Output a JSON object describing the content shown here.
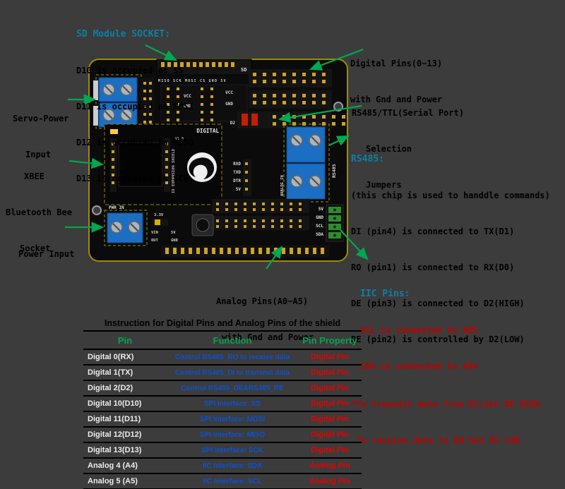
{
  "colors": {
    "background": "#3c3c3c",
    "annotation_heading": "#0c7fa6",
    "annotation_text": "#000000",
    "annotation_warning": "#c00000",
    "arrow_green": "#00a84f",
    "table_header_green": "#00a550",
    "table_function_blue": "#0b52d0",
    "table_property_red": "#e60000",
    "table_pin_white": "#ededed",
    "board_outline_yellow": "#a08c00",
    "terminal_blue": "#1b6ec2"
  },
  "annotations": {
    "sd_module": {
      "title": "SD Module SOCKET:",
      "lines": [
        "D10 is occupied as SS",
        "D11 is occupied as MOSI",
        "D12 is occupied as MISO",
        "D13 is occupied as SCK"
      ]
    },
    "digital_pins": {
      "lines": [
        "Digital Pins(0~13)",
        "with Gnd and Power"
      ]
    },
    "rs485_jumpers": {
      "lines": [
        "RS485/TTL(Serial Port)",
        "Selection",
        "Jumpers"
      ]
    },
    "rs485_info": {
      "title": "RS485:",
      "lines": [
        "(this chip is used to handdle commands)",
        "DI (pin4) is connected to TX(D1)",
        "RO (pin1) is connected to RX(D0)",
        "DE (pin3) is connected to D2(HIGH)",
        "RE (pin2) is controlled by D2(LOW)"
      ],
      "warnings": [
        "*To transmit data from D1:Set DE HIGH",
        "To receive data to D0:Set D2 LOW"
      ]
    },
    "iic_pins": {
      "title": "IIC Pins:",
      "lines": [
        "SCL is connected to AD5",
        "SDA is connected to AD4"
      ]
    },
    "servo_power": {
      "lines": [
        "Servo-Power",
        "Input"
      ]
    },
    "xbee": {
      "lines": [
        "XBEE",
        "Bluetooth Bee",
        "Socket"
      ]
    },
    "power_input": {
      "lines": [
        "Power Input"
      ]
    },
    "analog_pins": {
      "lines": [
        "Analog Pins(A0~A5)",
        "with Gnd and Power"
      ]
    }
  },
  "board": {
    "silkscreen": {
      "sd": "SD",
      "sd_header": "MISO SCK MOSI CS GND 5V",
      "digital": "DIGITAL",
      "io_expansion": "IO EXPANSION SHIELD",
      "version": "V1.0",
      "rs485": "RS485",
      "analog_in": "ANALOG IN",
      "pwr_in": "PWR IN",
      "serial": [
        "RXD",
        "TXD",
        "DTR",
        "5V"
      ],
      "rails": [
        "VCC",
        "GND",
        "D2"
      ],
      "rails2": [
        "VCC",
        "GND"
      ],
      "power_sel": [
        "3.3V",
        "VIN",
        "OUT",
        "5V",
        "GND"
      ],
      "iic_terminal": [
        "5V",
        "GND",
        "SCL",
        "SDA"
      ]
    }
  },
  "table": {
    "title": "Instruction for Digital Pins and Analog Pins of the shield",
    "headers": [
      "Pin",
      "Function",
      "Pin Property"
    ],
    "rows": [
      {
        "pin": "Digital 0(RX)",
        "function": "Control RS485_RO to receive data",
        "property": "Digital Pin"
      },
      {
        "pin": "Digital 1(TX)",
        "function": "Control RS485_DI to transmit data",
        "property": "Digital Pin"
      },
      {
        "pin": "Digital 2(D2)",
        "function": "Control RS485_DE&RS485_RE",
        "property": "Digital Pin"
      },
      {
        "pin": "Digital 10(D10)",
        "function": "SPI Interface: SS",
        "property": "Digital Pin"
      },
      {
        "pin": "Digital 11(D11)",
        "function": "SPI Interface: MOSI",
        "property": "Digital Pin"
      },
      {
        "pin": "Digital 12(D12)",
        "function": "SPI Interface: MISO",
        "property": "Digital Pin"
      },
      {
        "pin": "Digital 13(D13)",
        "function": "SPI Interface: SCK",
        "property": "Digital Pin"
      },
      {
        "pin": "Analog 4 (A4)",
        "function": "IIC Interface: SDA",
        "property": "Analog Pin"
      },
      {
        "pin": "Analog 5 (A5)",
        "function": "IIC Interface: SCL",
        "property": "Analog Pin"
      }
    ]
  }
}
